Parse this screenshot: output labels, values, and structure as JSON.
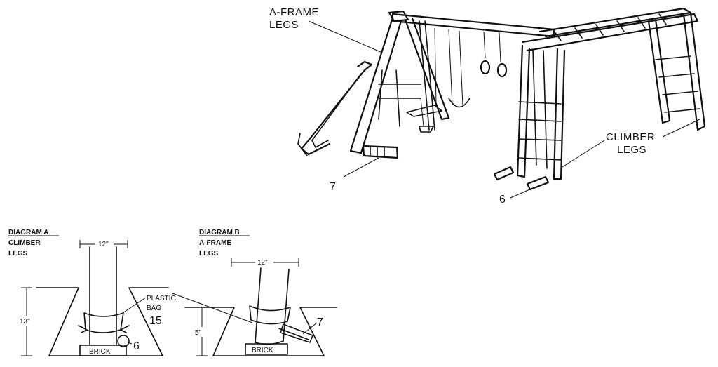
{
  "main_drawing": {
    "label_aframe_line1": "A-FRAME",
    "label_aframe_line2": "LEGS",
    "label_climber_line1": "CLIMBER",
    "label_climber_line2": "LEGS",
    "part_7": "7",
    "part_6": "6"
  },
  "diagram_a": {
    "title": "DIAGRAM A",
    "subtitle_line1": "CLIMBER",
    "subtitle_line2": "LEGS",
    "width_dim": "12\"",
    "depth_dim": "13\"",
    "plastic_line1": "PLASTIC",
    "plastic_line2": "BAG",
    "plastic_num": "15",
    "brick": "BRICK",
    "part_6": "6"
  },
  "diagram_b": {
    "title": "DIAGRAM B",
    "subtitle_line1": "A-FRAME",
    "subtitle_line2": "LEGS",
    "width_dim": "12\"",
    "depth_dim": "5\"",
    "brick": "BRICK",
    "part_7": "7"
  }
}
